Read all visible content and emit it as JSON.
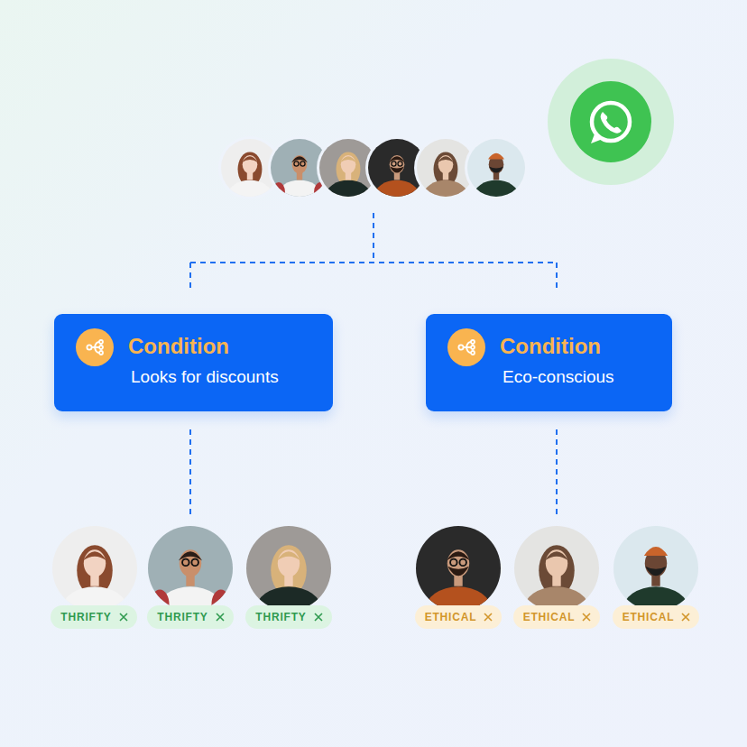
{
  "diagram": {
    "nodes": [
      {
        "text": [
          "Condition",
          "Looks for discounts"
        ]
      },
      {
        "text": [
          "Condition",
          "Eco-conscious"
        ]
      },
      {
        "text": [
          "THRIFTY"
        ]
      },
      {
        "text": [
          "THRIFTY"
        ]
      },
      {
        "text": [
          "THRIFTY"
        ]
      },
      {
        "text": [
          "ETHICAL"
        ]
      },
      {
        "text": [
          "ETHICAL"
        ]
      },
      {
        "text": [
          "ETHICAL"
        ]
      }
    ]
  }
}
